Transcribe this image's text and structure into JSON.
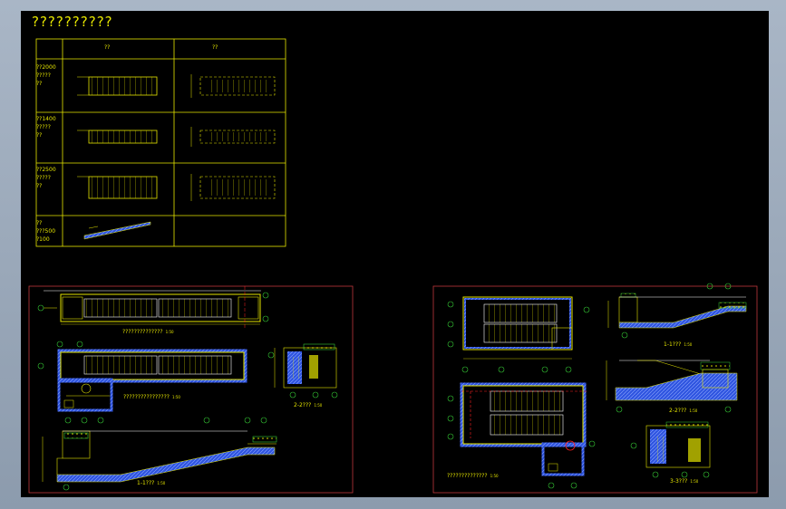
{
  "drawing": {
    "title": "??????????",
    "legend_table": {
      "headers": [
        "??",
        "??"
      ],
      "rows": [
        {
          "label": "??2000\n?????\n??"
        },
        {
          "label": "??1400\n?????\n??"
        },
        {
          "label": "??2500\n?????\n??"
        },
        {
          "label": "??\n???500\n?100"
        }
      ]
    },
    "captions": {
      "left_plan_a": "??????????????",
      "left_plan_a_scale": "1:50",
      "left_plan_b": "????????????????",
      "left_plan_b_scale": "1:50",
      "left_section_2": "2-2???",
      "left_section_2_scale": "1:50",
      "left_section_1": "1-1???",
      "left_section_1_scale": "1:50",
      "right_section_1": "1-1???",
      "right_section_1_scale": "1:50",
      "right_section_2": "2-2???",
      "right_section_2_scale": "1:50",
      "right_section_3": "3-3???",
      "right_section_3_scale": "1:50",
      "right_plan": "??????????????",
      "right_plan_scale": "1:50"
    },
    "colors": {
      "background": "#000000",
      "line_yellow": "#e6e600",
      "line_white": "#ffffff",
      "frame_red": "#c0393b",
      "hatch_blue": "#2f55e0",
      "accent_green": "#35c835",
      "axis_red": "#ff2020"
    }
  }
}
